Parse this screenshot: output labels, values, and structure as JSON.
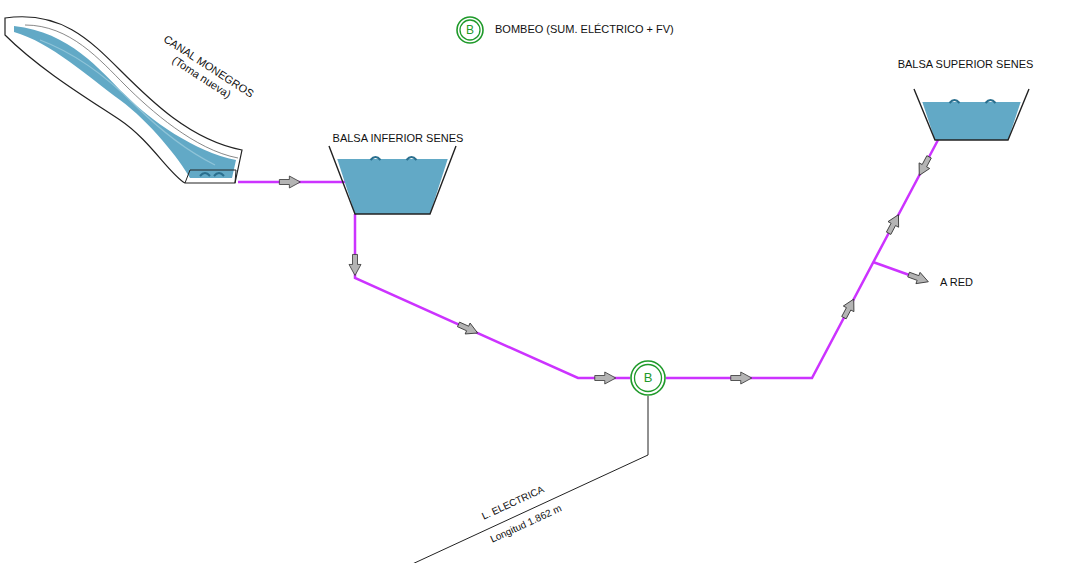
{
  "diagram": {
    "nodes": [
      {
        "text": [
          "CANAL MONEGROS (Toma nueva)"
        ]
      },
      {
        "text": [
          "BALSA INFERIOR SENES"
        ]
      },
      {
        "text": [
          "B"
        ]
      },
      {
        "text": [
          "BALSA SUPERIOR SENES"
        ]
      }
    ],
    "edges": [
      {
        "from": 0,
        "to": 1,
        "arrow": "to"
      },
      {
        "from": 1,
        "to": 2,
        "arrow": "to"
      },
      {
        "from": 2,
        "to": 3,
        "arrow": "both"
      }
    ],
    "labels": [
      "B",
      "A RED",
      "L. ELECTRICA",
      "Longitud 1.862 m"
    ],
    "legend": [
      {
        "text": "BOMBEO (SUM. ELÉCTRICO + FV)"
      }
    ]
  }
}
